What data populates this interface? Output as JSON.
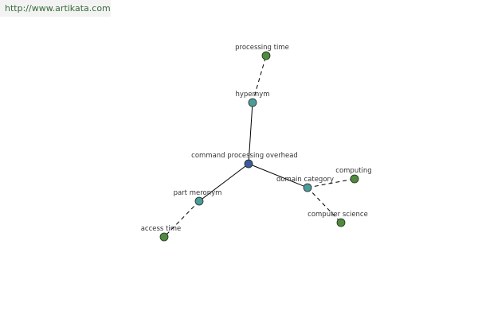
{
  "header": {
    "site_link": "http://www.artikata.com"
  },
  "colors": {
    "root_node": "#3f5a9c",
    "relation_node": "#4f9a9a",
    "leaf_node": "#4f8a3f",
    "edge": "#000000",
    "label": "#333333"
  },
  "graph": {
    "nodes": [
      {
        "id": "root",
        "label": "command processing overhead",
        "kind": "root"
      },
      {
        "id": "hypernym",
        "label": "hypernym",
        "kind": "relation"
      },
      {
        "id": "processing-time",
        "label": "processing time",
        "kind": "leaf"
      },
      {
        "id": "domain-category",
        "label": "domain category",
        "kind": "relation"
      },
      {
        "id": "computing",
        "label": "computing",
        "kind": "leaf"
      },
      {
        "id": "computer-science",
        "label": "computer science",
        "kind": "leaf"
      },
      {
        "id": "part-meronym",
        "label": "part meronym",
        "kind": "relation"
      },
      {
        "id": "access-time",
        "label": "access time",
        "kind": "leaf"
      }
    ],
    "edges": [
      {
        "from": "root",
        "to": "hypernym",
        "style": "solid"
      },
      {
        "from": "hypernym",
        "to": "processing-time",
        "style": "dashed"
      },
      {
        "from": "root",
        "to": "domain-category",
        "style": "solid"
      },
      {
        "from": "domain-category",
        "to": "computing",
        "style": "dashed"
      },
      {
        "from": "domain-category",
        "to": "computer-science",
        "style": "dashed"
      },
      {
        "from": "root",
        "to": "part-meronym",
        "style": "solid"
      },
      {
        "from": "part-meronym",
        "to": "access-time",
        "style": "dashed"
      }
    ]
  }
}
